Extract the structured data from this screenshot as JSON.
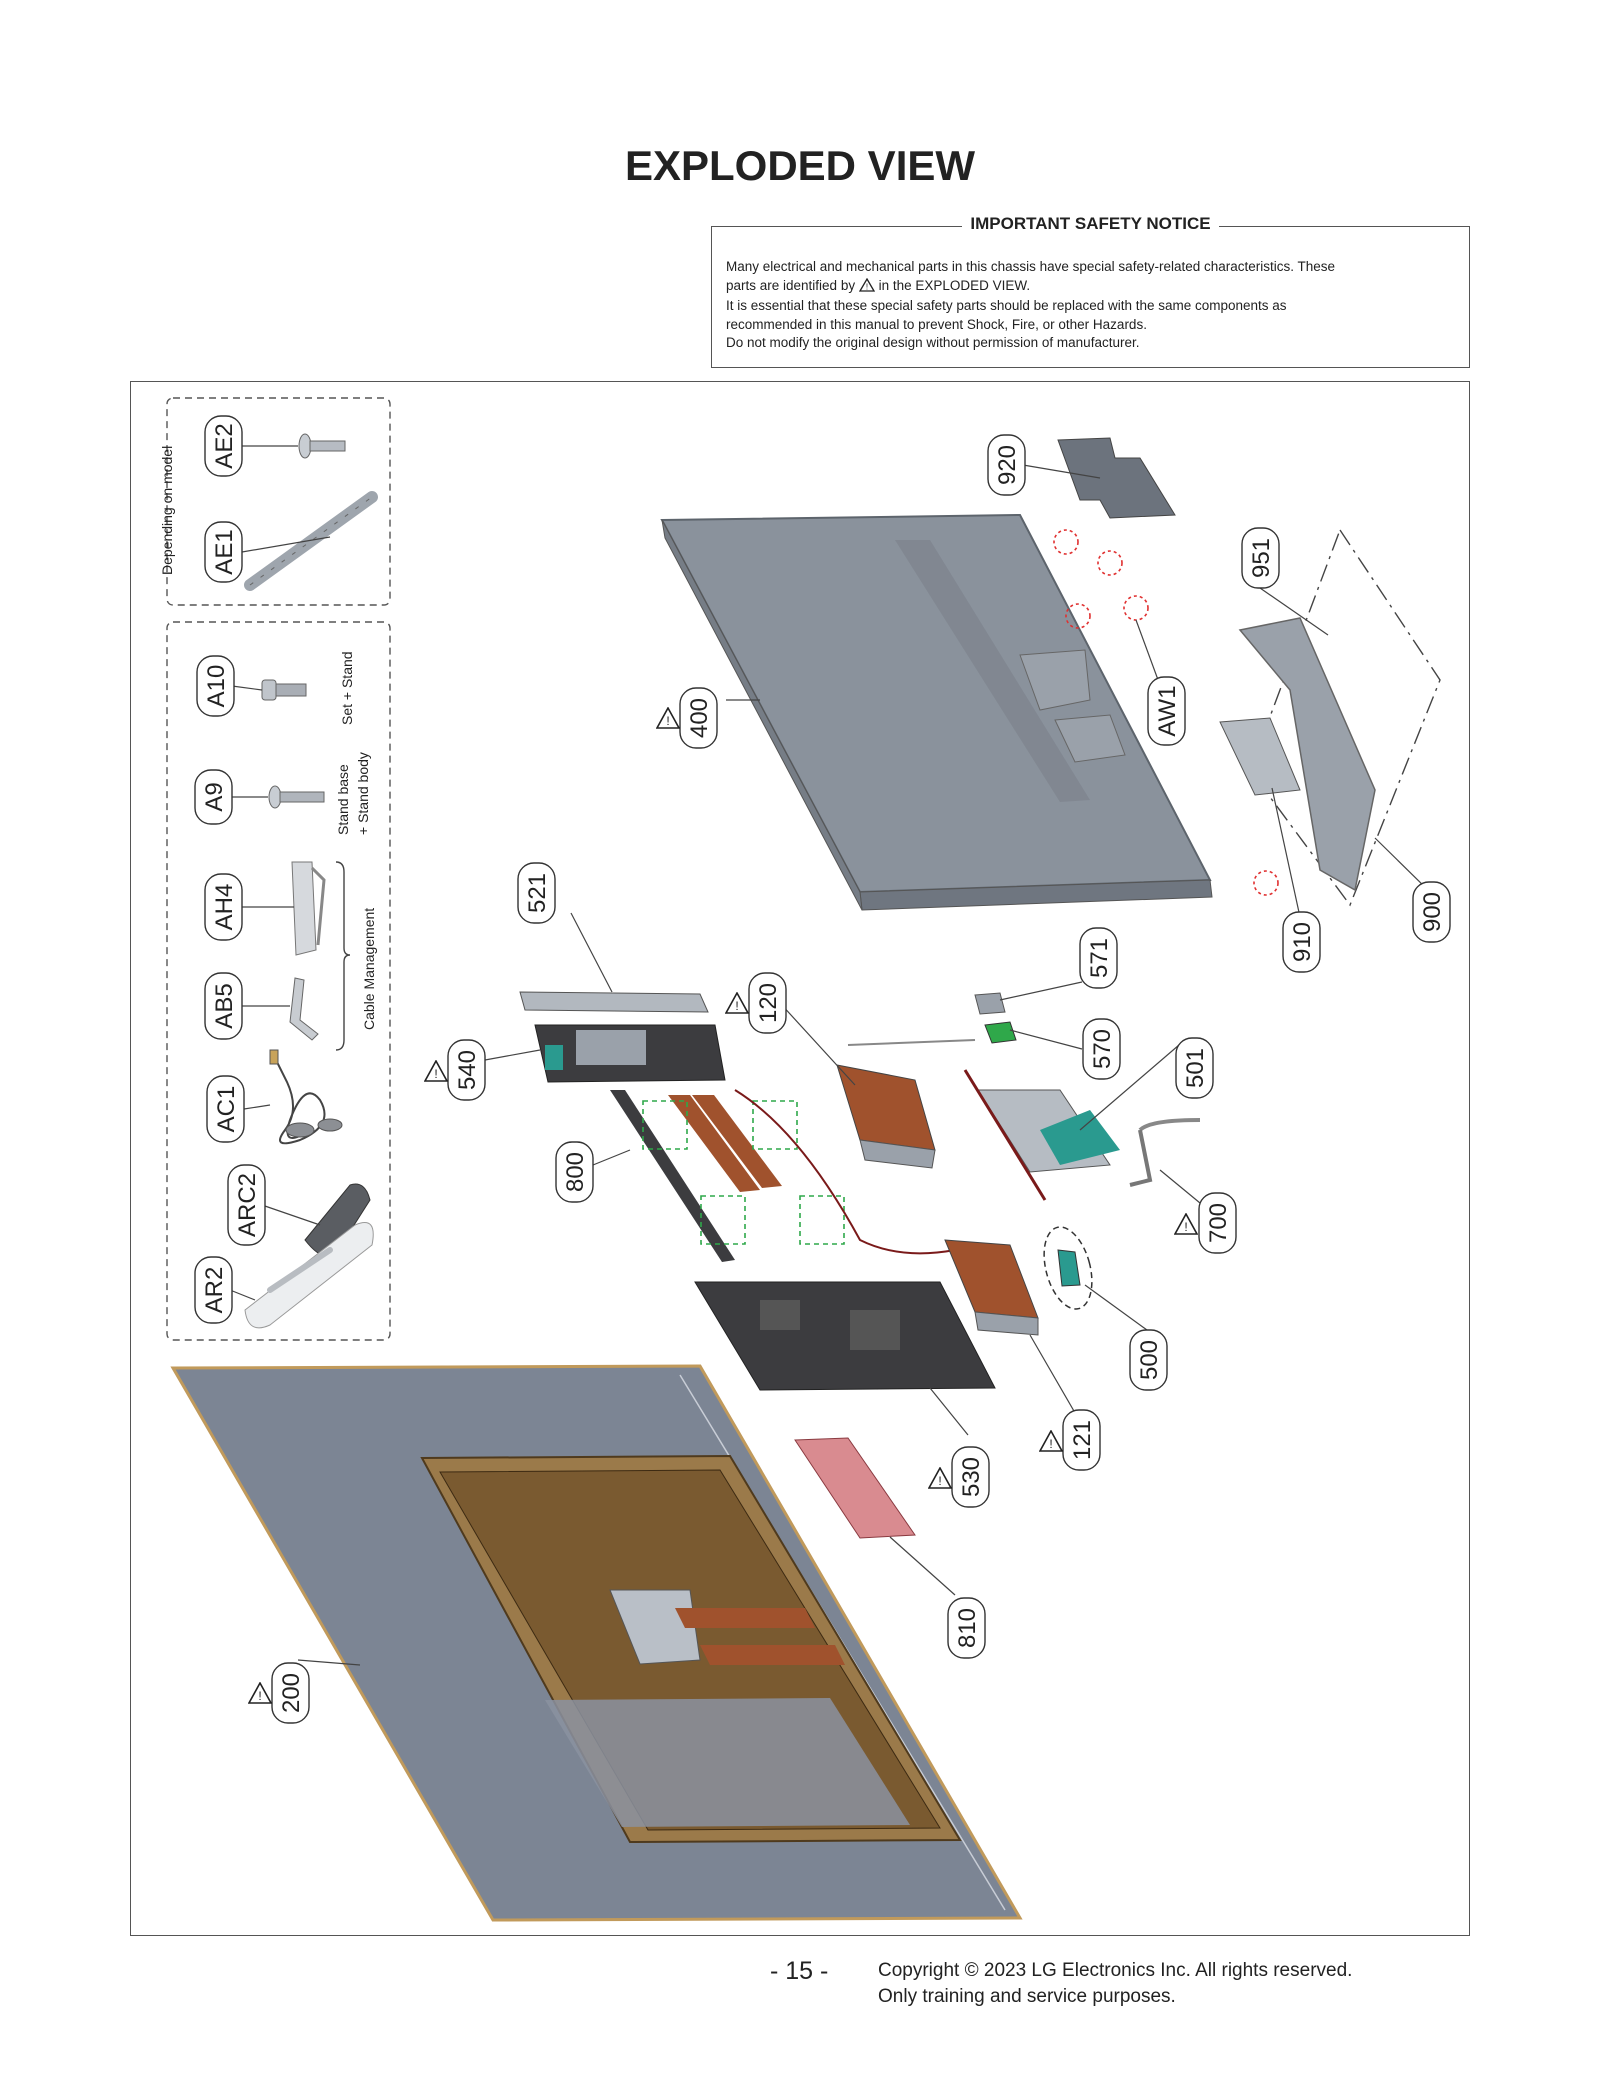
{
  "header": {
    "title": "EXPLODED VIEW"
  },
  "notice": {
    "title": "IMPORTANT SAFETY NOTICE",
    "line1": "Many electrical and mechanical parts in this chassis have special safety-related characteristics. These",
    "line2a": "parts are identified by",
    "line2b": "in the EXPLODED VIEW.",
    "line3": "It is essential that these special safety parts should be replaced with the same components as",
    "line4": "recommended in this manual to prevent Shock, Fire, or other Hazards.",
    "line5": "Do not modify the original design without permission of manufacturer."
  },
  "accessories": {
    "group_top_caption": "Depending on model",
    "set_stand_caption": "Set + Stand",
    "stand_body_caption_1": "Stand base",
    "stand_body_caption_2": "+ Stand body",
    "cable_caption": "Cable Management"
  },
  "parts": {
    "AE2": "AE2",
    "AE1": "AE1",
    "A10": "A10",
    "A9": "A9",
    "AH4": "AH4",
    "AB5": "AB5",
    "AC1": "AC1",
    "ARC2": "ARC2",
    "AR2": "AR2",
    "p920": "920",
    "p951": "951",
    "p400": "400",
    "pAW1": "AW1",
    "p910": "910",
    "p900": "900",
    "p521": "521",
    "p540": "540",
    "p120": "120",
    "p571": "571",
    "p570": "570",
    "p501": "501",
    "p800": "800",
    "p700": "700",
    "p500": "500",
    "p121": "121",
    "p530": "530",
    "p810": "810",
    "p200": "200"
  },
  "footer": {
    "page": "- 15 -",
    "copyright_1": "Copyright © 2023 LG Electronics Inc. All rights reserved.",
    "copyright_2": "Only training and service purposes."
  },
  "colors": {
    "gray_part": "#8a929c",
    "panel": "#7c8594",
    "frame_bronze": "#9b7a4a",
    "board": "#3c3c3f",
    "red_dash": "#e03030",
    "green_dash": "#2fa84a",
    "teal": "#2a9a8f",
    "copper": "#a0522d"
  }
}
